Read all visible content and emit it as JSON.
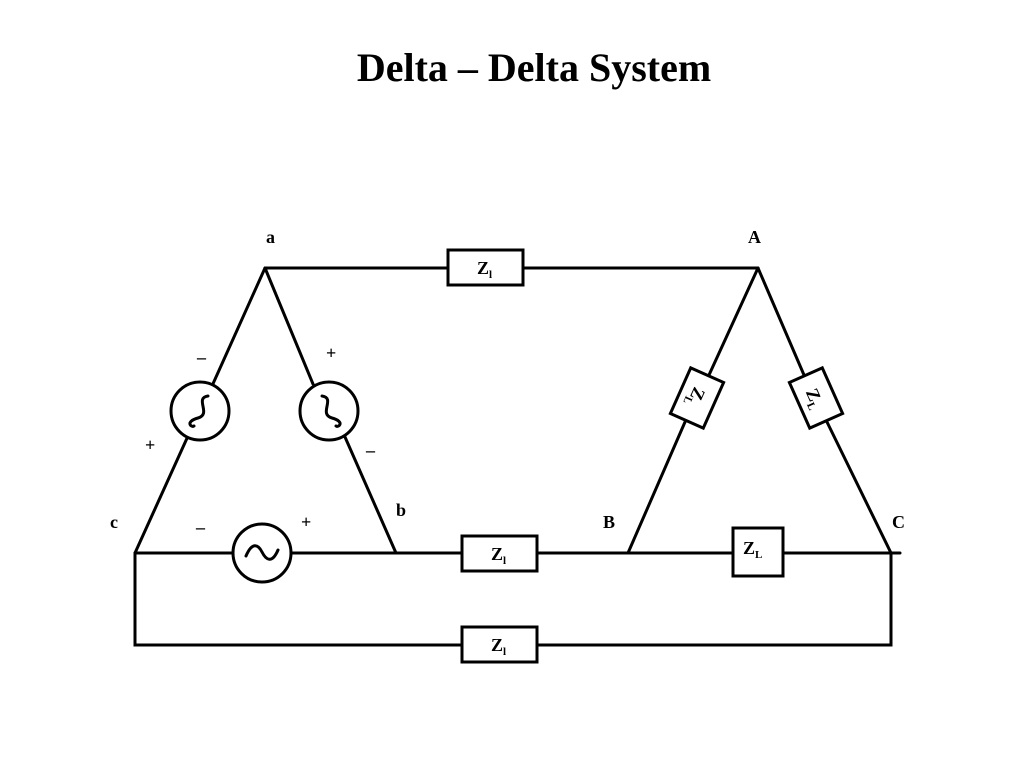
{
  "title": "Delta – Delta System",
  "nodes": {
    "a": "a",
    "b": "b",
    "c": "c",
    "A": "A",
    "B": "B",
    "C": "C"
  },
  "signs": {
    "plus": "+",
    "minus": "–"
  },
  "line_impedance": {
    "main": "Z",
    "sub": "l"
  },
  "load_impedance": {
    "main": "Z",
    "sub": "L"
  }
}
